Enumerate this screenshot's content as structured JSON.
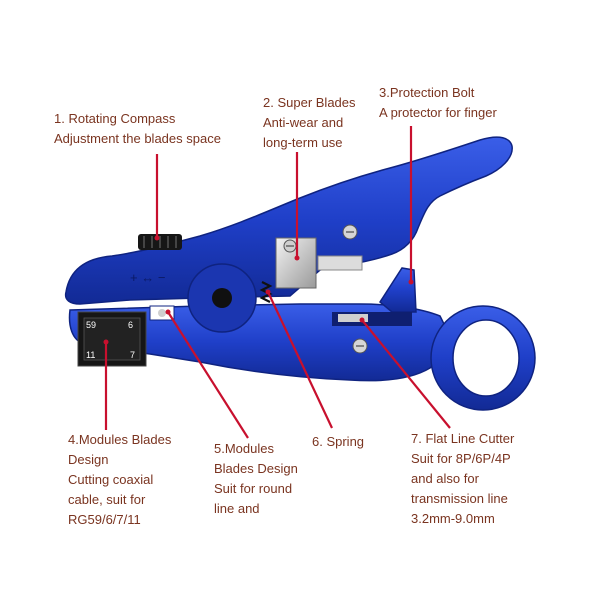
{
  "callouts": [
    {
      "id": "rotating-compass",
      "lines": [
        "1. Rotating Compass",
        "Adjustment the blades space"
      ]
    },
    {
      "id": "super-blades",
      "lines": [
        "2. Super Blades",
        "Anti-wear and",
        "long-term use"
      ]
    },
    {
      "id": "protection-bolt",
      "lines": [
        "3.Protection Bolt",
        "A protector for finger"
      ]
    },
    {
      "id": "modules-blades-cutting",
      "lines": [
        "4.Modules Blades",
        "Design",
        "Cutting coaxial",
        "cable, suit for",
        "RG59/6/7/11"
      ]
    },
    {
      "id": "modules-blades-round",
      "lines": [
        "5.Modules",
        "Blades Design",
        "Suit for round",
        "line and"
      ]
    },
    {
      "id": "spring",
      "lines": [
        "6.  Spring"
      ]
    },
    {
      "id": "flat-line-cutter",
      "lines": [
        "7. Flat Line Cutter",
        "Suit for 8P/6P/4P",
        "and also for",
        "transmission line",
        "3.2mm-9.0mm"
      ]
    }
  ],
  "tool": {
    "dial_marks": "+ ↔ −",
    "die_labels": [
      "59",
      "6",
      "11",
      "7"
    ]
  },
  "colors": {
    "tool_blue": "#1f3fc8",
    "tool_dark": "#0f2380",
    "callout_line": "#c8102e",
    "label_text": "#7a3420"
  }
}
